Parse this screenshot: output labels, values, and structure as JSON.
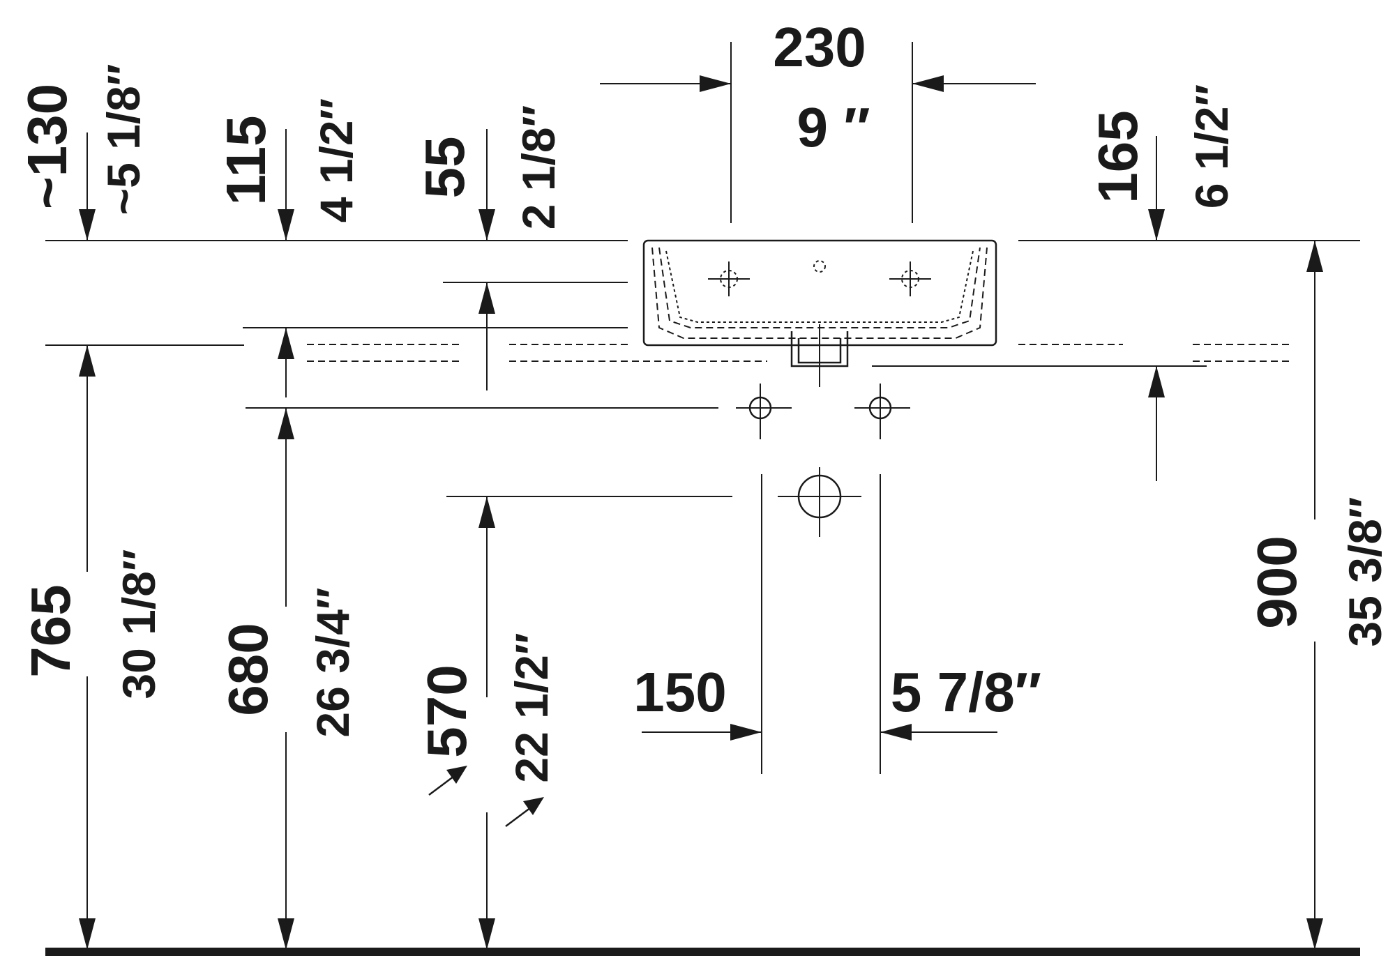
{
  "dimensions": {
    "top_width": {
      "mm": "230",
      "inch": "9 ″"
    },
    "bottom_width": {
      "mm": "150",
      "inch": "5 7/8″"
    },
    "depth_130": {
      "mm": "~130",
      "inch": "~5 1/8″"
    },
    "depth_115": {
      "mm": "115",
      "inch": "4 1/2″"
    },
    "depth_55": {
      "mm": "55",
      "inch": "2 1/8″"
    },
    "depth_165": {
      "mm": "165",
      "inch": "6 1/2″"
    },
    "height_765": {
      "mm": "765",
      "inch": "30 1/8″"
    },
    "height_680": {
      "mm": "680",
      "inch": "26 3/4″"
    },
    "height_570": {
      "mm": "570",
      "inch": "22 1/2″"
    },
    "height_900": {
      "mm": "900",
      "inch": "35 3/8″"
    }
  }
}
